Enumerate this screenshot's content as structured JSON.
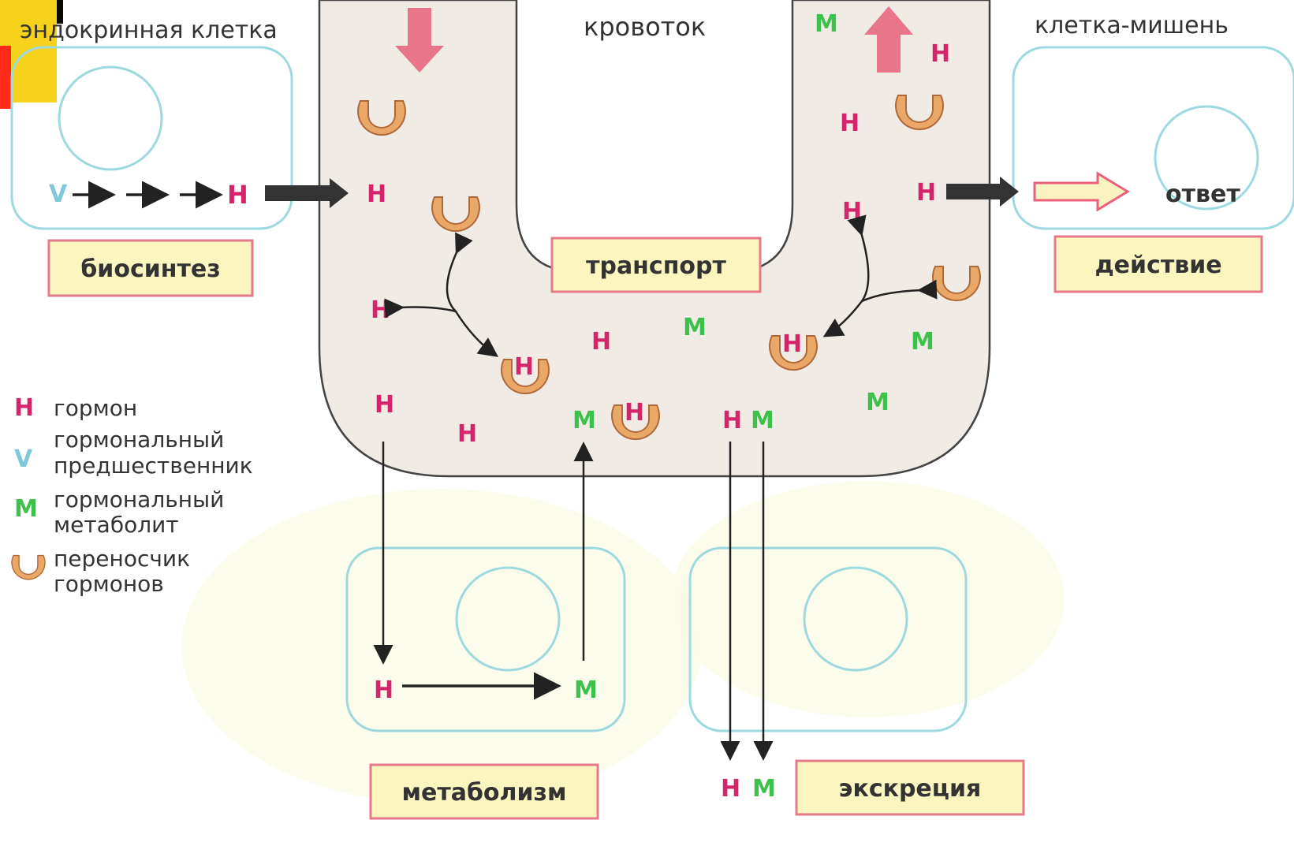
{
  "title_cells": {
    "endocrine_cell": "эндокринная клетка",
    "bloodstream": "кровоток",
    "target_cell": "клетка-мишень"
  },
  "stages": {
    "biosynthesis": "биосинтез",
    "transport": "транспорт",
    "action": "действие",
    "metabolism": "метаболизм",
    "excretion": "экскреция"
  },
  "response": "ответ",
  "symbols": {
    "hormone": "Н",
    "metabolite": "М",
    "precursor": "V"
  },
  "legend": {
    "hormone": "гормон",
    "precursor_1": "гормональный",
    "precursor_2": "предшественник",
    "metabolite_1": "гормональный",
    "metabolite_2": "метаболит",
    "carrier_1": "переносчик",
    "carrier_2": "гормонов"
  },
  "colors": {
    "hormone": "#d6246c",
    "metabolite": "#3cc24a",
    "precursor": "#7fc8d8",
    "cell_outline": "#9fd9e0",
    "channel_fill": "#f1ebe6",
    "stage_box_fill": "#fbf6bf",
    "stage_box_border": "#e67a8a",
    "carrier": "#e9a867",
    "big_arrow": "#e8607a"
  },
  "icons": {
    "carrier": "carrier-icon",
    "arrow_in": "arrow-down-icon",
    "arrow_out": "arrow-up-icon",
    "response_arrow": "outline-arrow-icon"
  }
}
